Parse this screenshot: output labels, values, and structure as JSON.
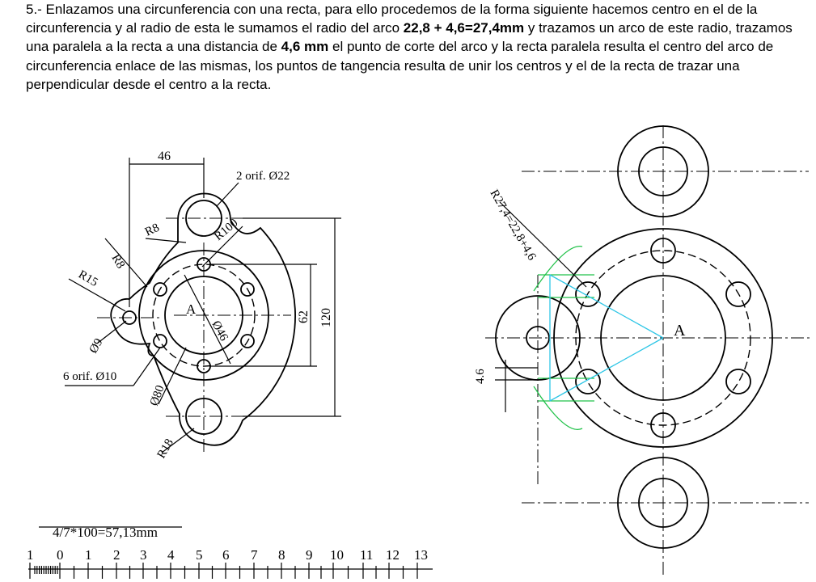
{
  "instructions": {
    "part1": "5.- Enlazamos una circunferencia con una recta, para ello procedemos de la forma siguiente hacemos centro en el de la circunferencia y al radio de esta le sumamos el radio del arco ",
    "bold1": "22,8 + 4,6=27,4mm",
    "part2": " y trazamos un arco de este radio, trazamos una paralela a la recta a una distancia de ",
    "bold2": "4,6 mm",
    "part3": "  el punto de corte del arco y la recta paralela resulta el centro del arco de circunferencia enlace de las mismas, los puntos de tangencia resulta de unir los centros y el de la recta de trazar una perpendicular desde el centro a la recta."
  },
  "left_drawing": {
    "dim_46": "46",
    "dim_2orif": "2 orif. Ø22",
    "dim_r100": "R100",
    "dim_r8_a": "R8",
    "dim_r8_b": "R8",
    "dim_r15": "R15",
    "dim_o9": "Ø9",
    "dim_6orif": "6 orif. Ø10",
    "dim_o80": "Ø80",
    "dim_o46": "Ø46",
    "dim_r18": "R18",
    "dim_62": "62",
    "dim_120": "120",
    "label_a": "A"
  },
  "right_drawing": {
    "dim_r274": "R27,4=22,8+4,6",
    "dim_46": "4.6",
    "label_a": "A"
  },
  "scale": {
    "formula": "4/7*100=57,13mm",
    "ticks": [
      "1",
      "0",
      "1",
      "2",
      "3",
      "4",
      "5",
      "6",
      "7",
      "8",
      "9",
      "10",
      "11",
      "12",
      "13"
    ]
  },
  "colors": {
    "construction_green": "#22c24a",
    "construction_cyan": "#2ec6e6"
  }
}
